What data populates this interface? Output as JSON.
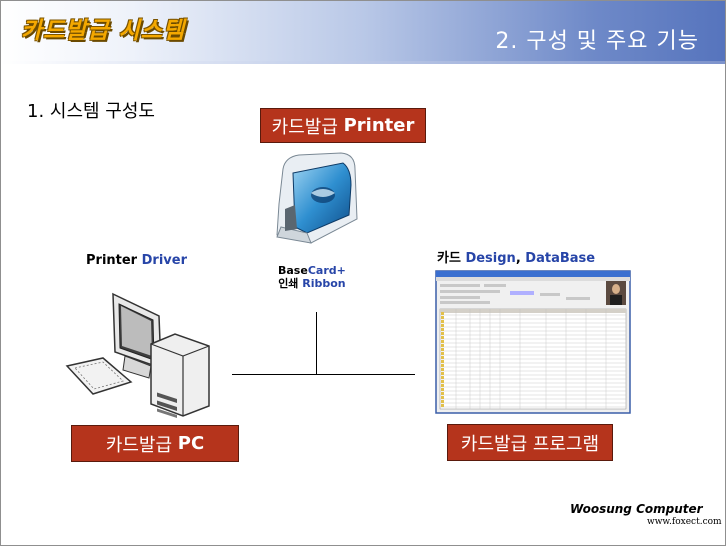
{
  "header": {
    "system_title": "카드발급 시스템",
    "section_title": "2. 구성 및 주요 기능"
  },
  "subhead": "1. 시스템 구성도",
  "printer_box": {
    "prefix": "카드발급 ",
    "bold": "Printer"
  },
  "printer_caption": {
    "line1_a": "Base",
    "line1_b": "Card+",
    "line2_a": "인쇄 ",
    "line2_b": "Ribbon"
  },
  "driver_label": {
    "a": "Printer ",
    "b": "Driver"
  },
  "pc_box": {
    "prefix": "카드발급 ",
    "bold": "PC"
  },
  "program_label": {
    "a": "카드 ",
    "b": "Design",
    "c": ", ",
    "d": "DataBase"
  },
  "program_box": {
    "text": "카드발급 프로그램"
  },
  "footer": {
    "brand": "Woosung Computer",
    "url": "www.foxect.com"
  },
  "colors": {
    "box_red": "#b5341c",
    "accent_blue": "#2745a8",
    "title_gold": "#f4a800"
  }
}
